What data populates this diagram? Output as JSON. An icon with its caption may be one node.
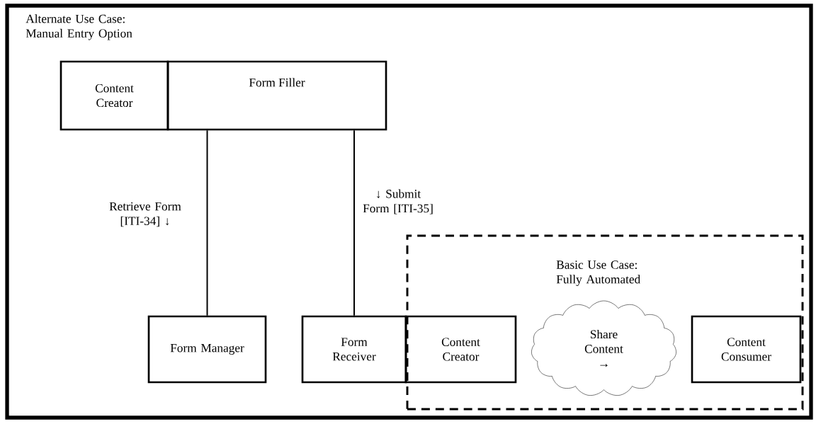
{
  "diagram": {
    "nodes": [
      {
        "text": [
          "Alternate Use Case: Manual Entry Option"
        ]
      },
      {
        "text": [
          "Content Creator"
        ],
        "in": 0
      },
      {
        "text": [
          "Form Filler"
        ],
        "in": 0
      },
      {
        "text": [
          "Form Manager"
        ],
        "in": 0
      },
      {
        "text": [
          "Form Receiver"
        ],
        "in": 0
      },
      {
        "text": [
          "Basic Use Case: Fully Automated"
        ],
        "in": 0
      },
      {
        "text": [
          "Content Creator"
        ],
        "in": 5
      },
      {
        "text": [
          "Share Content →"
        ],
        "in": 5
      },
      {
        "text": [
          "Content Consumer"
        ],
        "in": 5
      }
    ],
    "edges": [
      {
        "from": 2,
        "to": 3,
        "arrow": "none",
        "label": "Retrieve Form [ITI-34] ↓"
      },
      {
        "from": 2,
        "to": 4,
        "arrow": "none",
        "label": "↓ Submit Form [ITI-35]"
      }
    ]
  }
}
